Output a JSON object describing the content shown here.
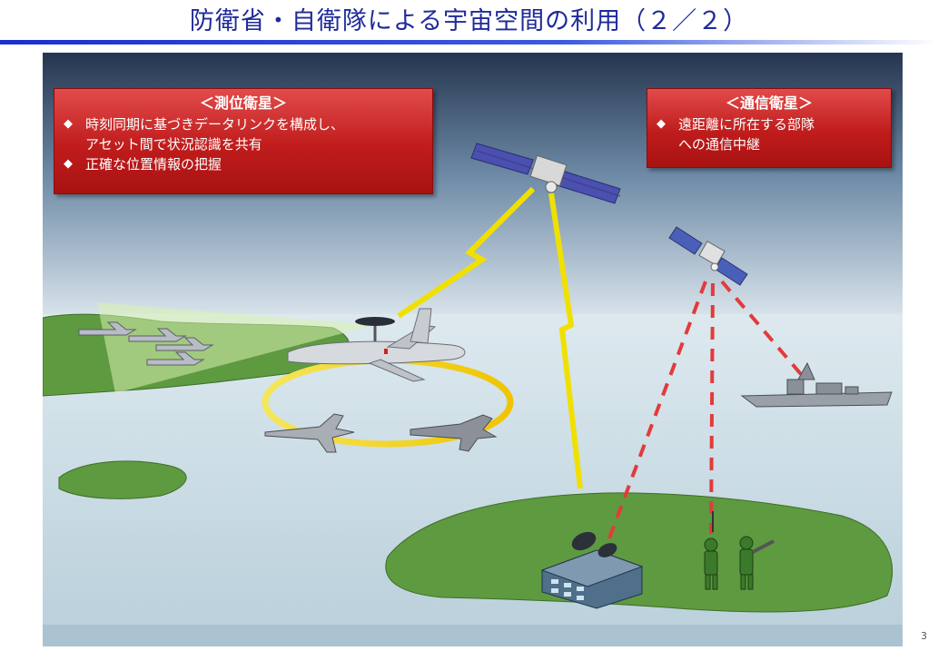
{
  "page": {
    "title": "防衛省・自衛隊による宇宙空間の利用（２／２）",
    "page_number": "3"
  },
  "positioning_callout": {
    "heading": "＜測位衛星＞",
    "bullet_marker": "◆",
    "bullets": [
      "時刻同期に基づきデータリンクを構成し、\nアセット間で状況認識を共有",
      "正確な位置情報の把握"
    ]
  },
  "communication_callout": {
    "heading": "＜通信衛星＞",
    "bullet_marker": "◆",
    "bullets": [
      "遠距離に所在する部隊\nへの通信中継"
    ]
  },
  "colors": {
    "title_text": "#1f2a9a",
    "callout_red": "#c01c1c",
    "sky_top": "#2a3a55",
    "sea": "#c9dde6",
    "land": "#5e9a40",
    "positioning_link": "#f0e000",
    "communication_link": "#e23b3b"
  }
}
